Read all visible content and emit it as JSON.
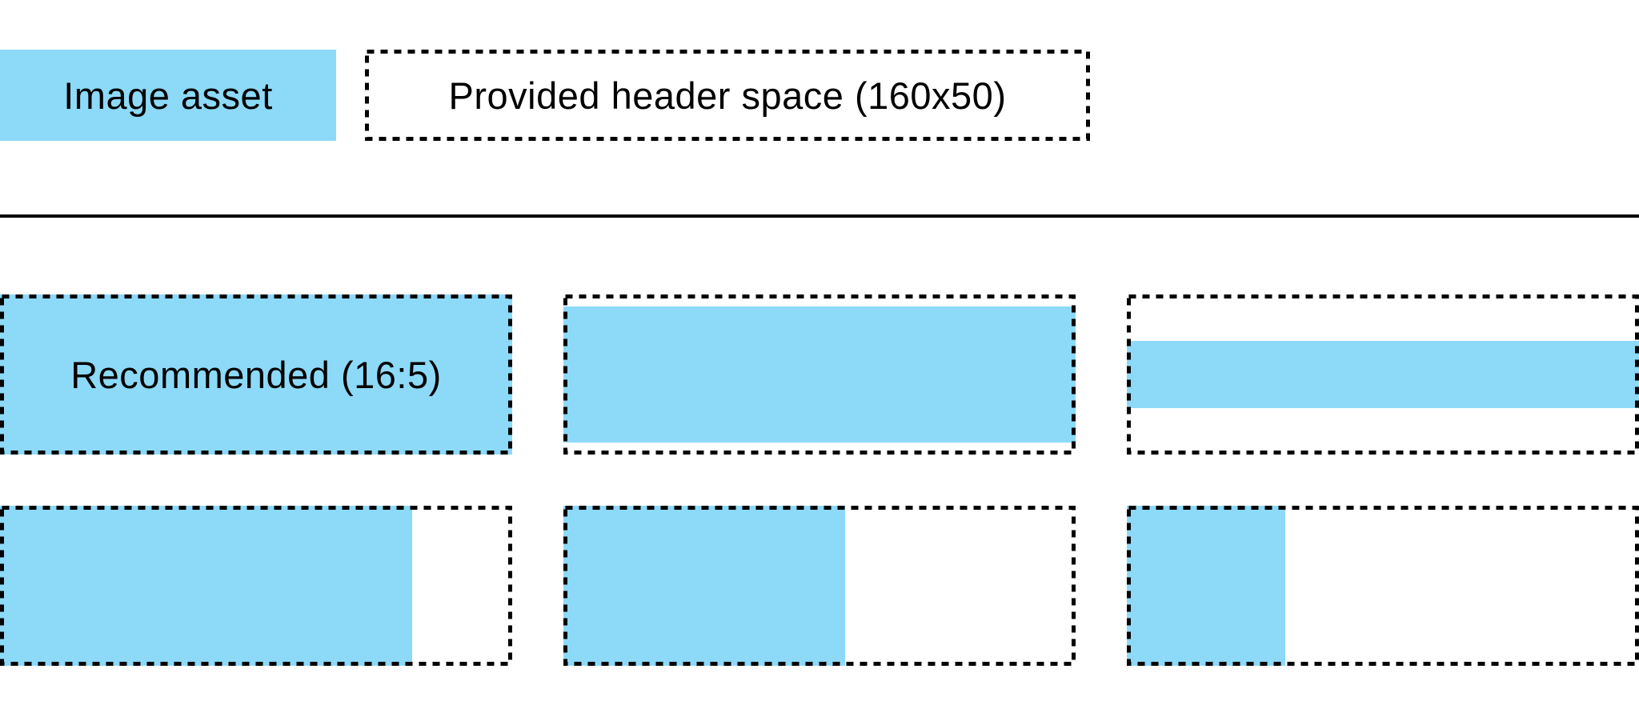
{
  "colors": {
    "asset_blue": "#8DD9F8",
    "border_black": "#000000",
    "background_white": "#FFFFFF",
    "text_black": "#000000"
  },
  "legend": {
    "image_asset_label": "Image asset",
    "header_space_label": "Provided header space (160x50)"
  },
  "grid": {
    "boxes": [
      {
        "id": "recommended-16-5",
        "label": "Recommended (16:5)",
        "fill": {
          "width": "100%",
          "height": "100%"
        }
      },
      {
        "id": "wide-image-letterboxed",
        "fill": {
          "width": "100%",
          "height": "85%"
        }
      },
      {
        "id": "very-wide-image-letterboxed",
        "fill": {
          "width": "100%",
          "height": "42%"
        }
      },
      {
        "id": "narrow-image-pillarboxed",
        "fill": {
          "width": "80.5%",
          "height": "100%"
        }
      },
      {
        "id": "16-9-image-pillarboxed",
        "fill": {
          "width": "55%",
          "height": "100%"
        }
      },
      {
        "id": "square-image-pillarboxed",
        "fill": {
          "width": "31%",
          "height": "100%"
        }
      }
    ]
  }
}
